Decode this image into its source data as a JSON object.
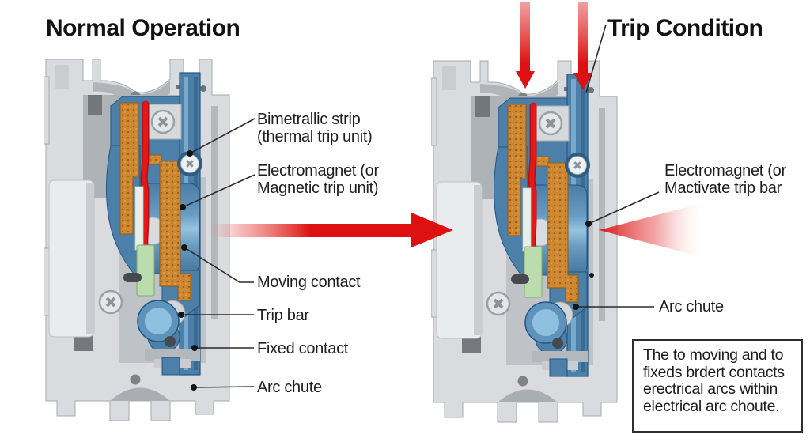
{
  "left_panel": {
    "title": "Normal Operation",
    "labels": {
      "bimetallic": {
        "line1": "Bimetrallic strip",
        "line2": "(thermal trip unit)"
      },
      "electromagnet": {
        "line1": "Electromagnet (or",
        "line2": "Magnetic trip unit)"
      },
      "moving_contact": {
        "text": "Moving contact"
      },
      "trip_bar": {
        "text": "Trip bar"
      },
      "fixed_contact": {
        "text": "Fixed contact"
      },
      "arc_chute": {
        "text": "Arc chute"
      }
    }
  },
  "right_panel": {
    "title": "Trip Condition",
    "labels": {
      "electromagnet": {
        "line1": "Electromagnet (or",
        "line2": "Mactivate trip bar"
      },
      "arc_chute": {
        "text": "Arc chute"
      }
    },
    "caption": {
      "line1": "The to moving and to",
      "line2": "fixeds brdert contacts",
      "line3": "erectrical arcs within",
      "line4": "electrical arc choute."
    }
  },
  "colors": {
    "alert_red": "#dd1111",
    "housing_gray": "#d9dbde",
    "mechanism_blue": "#4d80a8",
    "coil_orange": "#cd8731",
    "wire_red": "#e51717",
    "latch_green": "#bbddae",
    "text_dark": "#1e1e1e"
  }
}
